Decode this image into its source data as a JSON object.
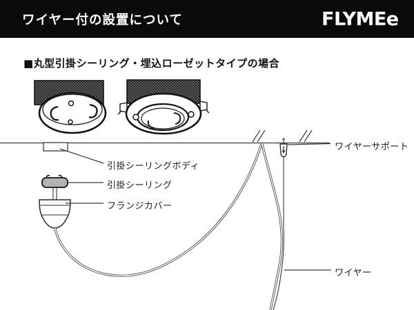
{
  "header": {
    "title": "ワイヤー付の設置について",
    "brand": "FLYMEe",
    "bg_color": "#0a0a0a",
    "text_color": "#ffffff"
  },
  "section": {
    "heading": "■丸型引掛シーリング・埋込ローゼットタイプの場合"
  },
  "diagram": {
    "line_color": "#3a3a3a",
    "cap_fill": "#b3b3b3",
    "hatch_fill": "#666666",
    "labels": {
      "ceiling_body": "引掛シーリングボディ",
      "hanging_ceiling": "引掛シーリング",
      "flange_cover": "フランジカバー",
      "wire_support": "ワイヤーサポート",
      "wire": "ワイヤー"
    },
    "figure_icons": [
      "round-hook-ceiling-drawing",
      "embedded-rosette-drawing"
    ]
  }
}
